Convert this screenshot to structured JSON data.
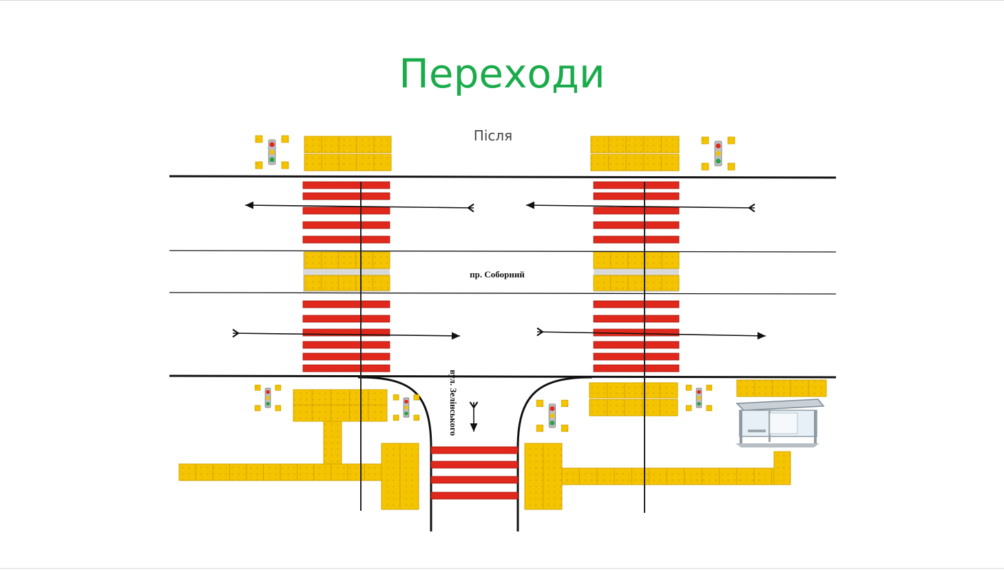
{
  "slide": {
    "title": "Переходи",
    "subtitle": "Після"
  },
  "diagram": {
    "main_street_label": "пр. Соборний",
    "side_street_label": "вул. Зелінського",
    "colors": {
      "crosswalk": "#e0281c",
      "tactile": "#f4c400",
      "tactile_edge": "#d4a400",
      "median": "#d9d9d9",
      "road_line": "#111111",
      "traffic_light_body": "#bfbfbf"
    },
    "icons": [
      "traffic-light-icon",
      "bus-stop-shelter-icon",
      "direction-arrow-icon"
    ]
  }
}
